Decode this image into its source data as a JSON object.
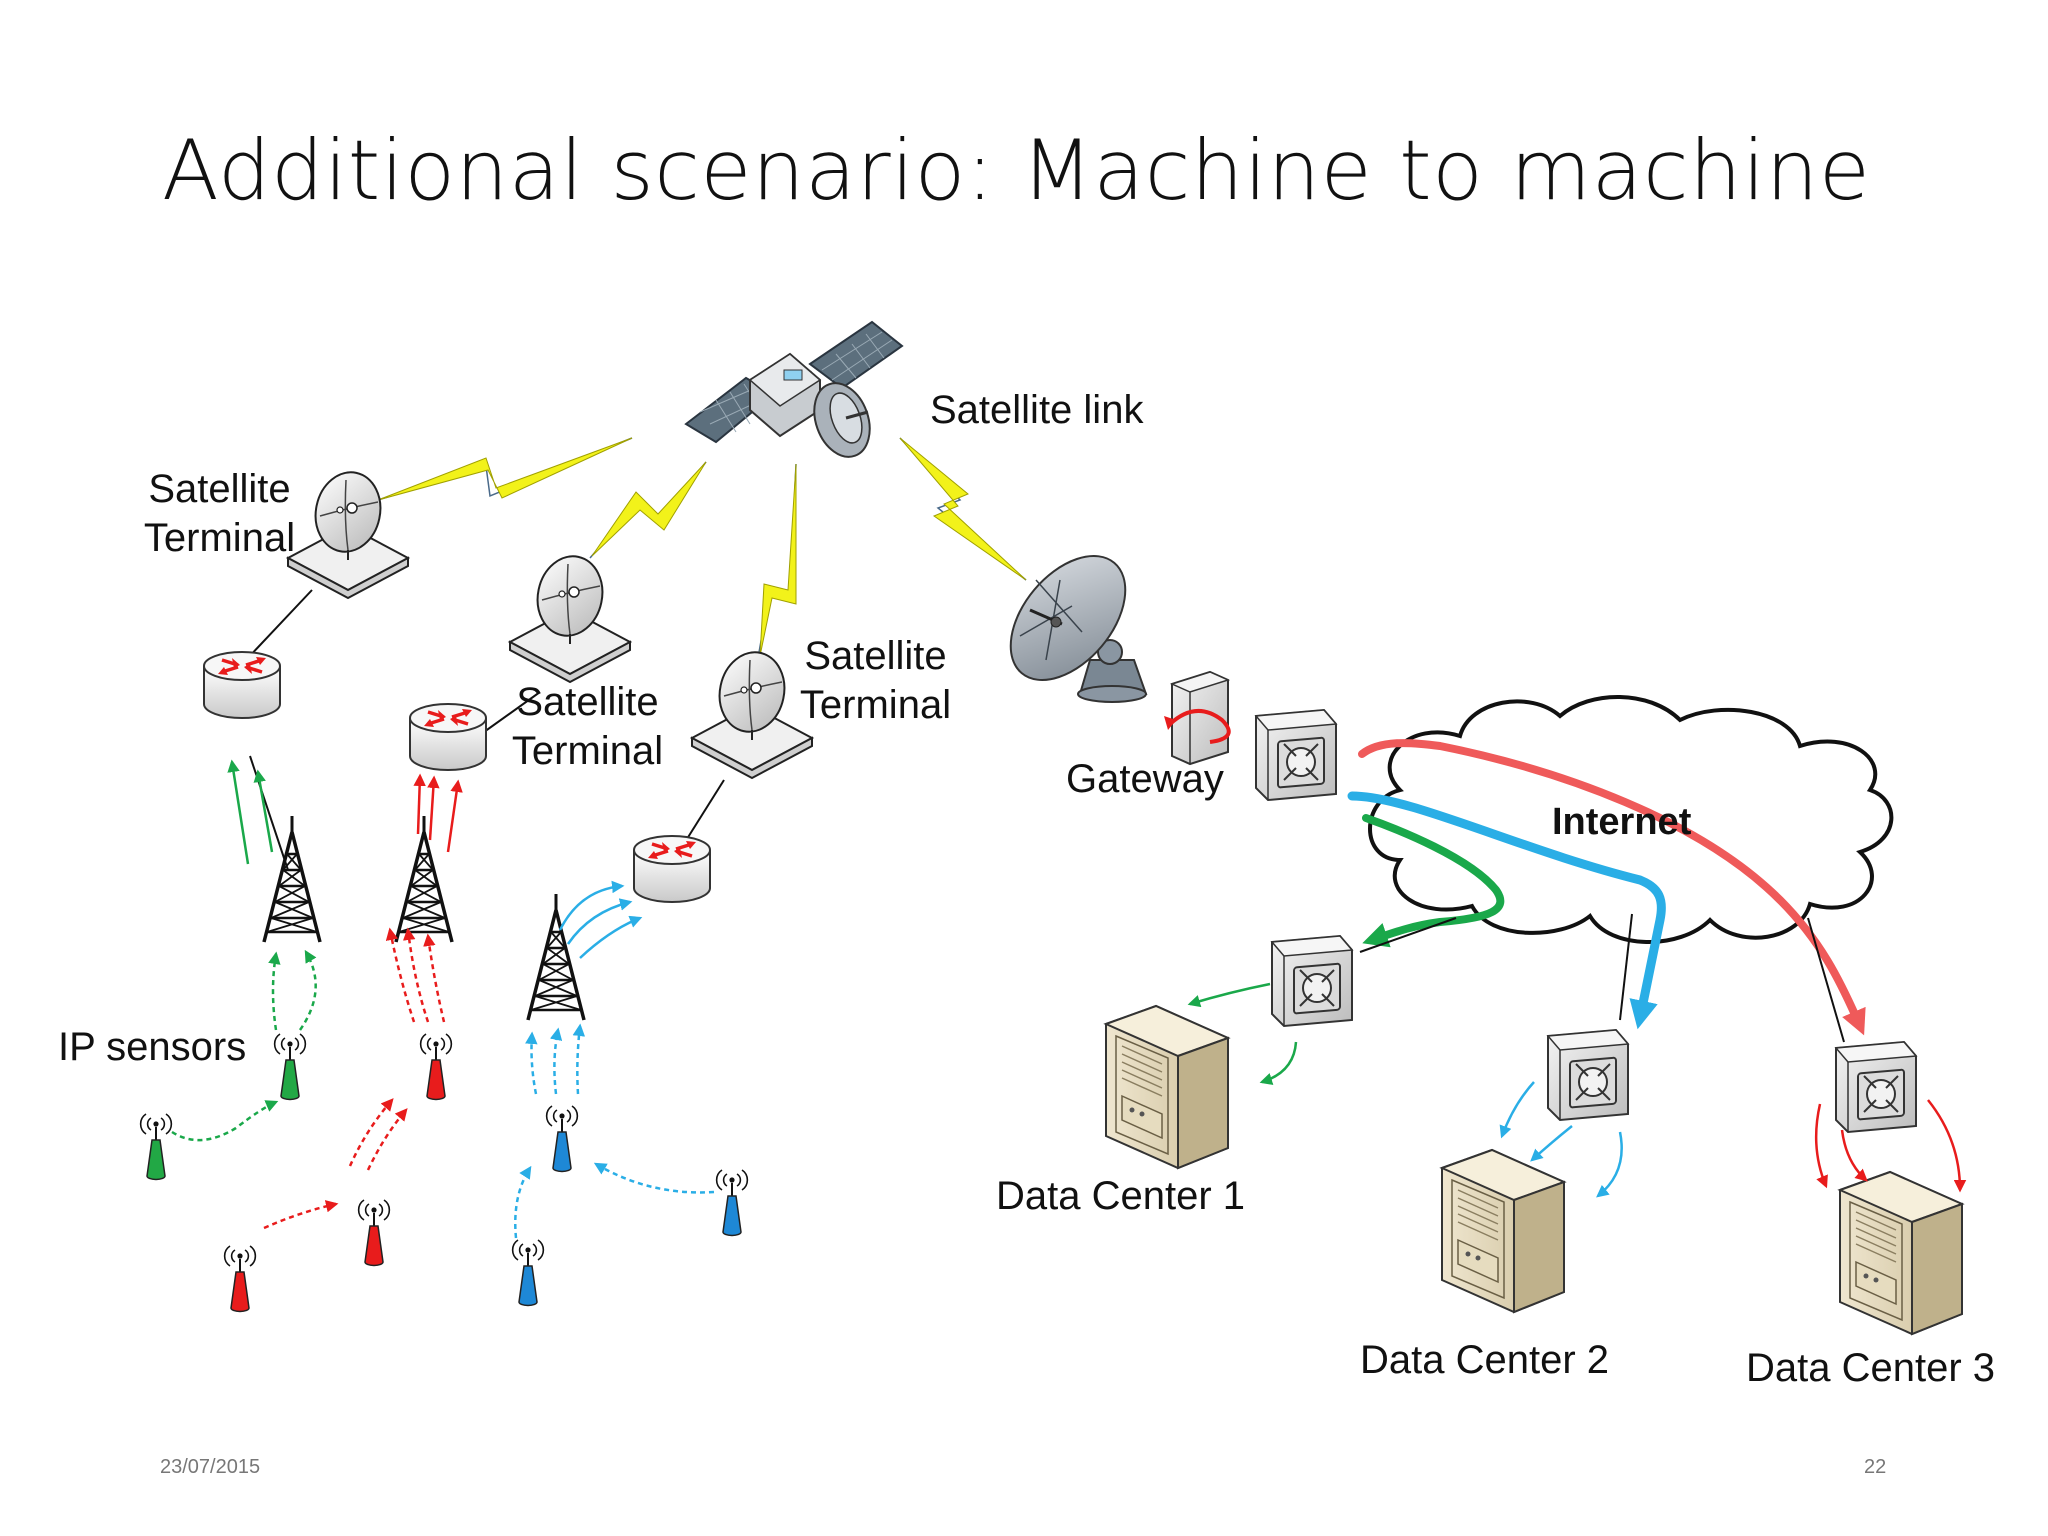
{
  "slide": {
    "title": "Additional scenario: Machine to machine",
    "date": "23/07/2015",
    "page_number": "22"
  },
  "labels": {
    "satellite_link": "Satellite link",
    "terminal_1": [
      "Satellite",
      "Terminal"
    ],
    "terminal_2": [
      "Satellite",
      "Terminal"
    ],
    "terminal_3": [
      "Satellite",
      "Terminal"
    ],
    "gateway": "Gateway",
    "internet": "Internet",
    "ip_sensors": "IP sensors",
    "data_center_1": "Data Center 1",
    "data_center_2": "Data Center 2",
    "data_center_3": "Data Center 3"
  },
  "colors": {
    "green_flow": "#1aa84a",
    "red_flow": "#e81c1c",
    "blue_flow": "#2aaee6",
    "internet_red": "#ef5a5a",
    "lightning": "#f2f21a"
  }
}
